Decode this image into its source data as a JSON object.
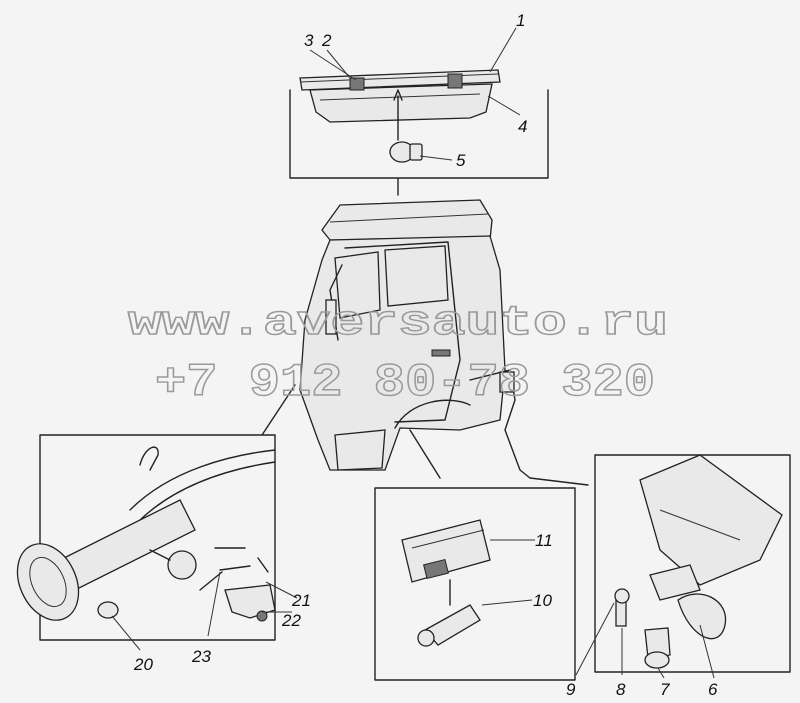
{
  "watermark": {
    "url": "www.aversauto.ru",
    "phone": "+7 912 80-78 320"
  },
  "callouts": {
    "c1": "1",
    "c2": "2",
    "c3": "3",
    "c4": "4",
    "c5": "5",
    "c6": "6",
    "c7": "7",
    "c8": "8",
    "c9": "9",
    "c10": "10",
    "c11": "11",
    "c20": "20",
    "c21": "21",
    "c22": "22",
    "c23": "23"
  }
}
